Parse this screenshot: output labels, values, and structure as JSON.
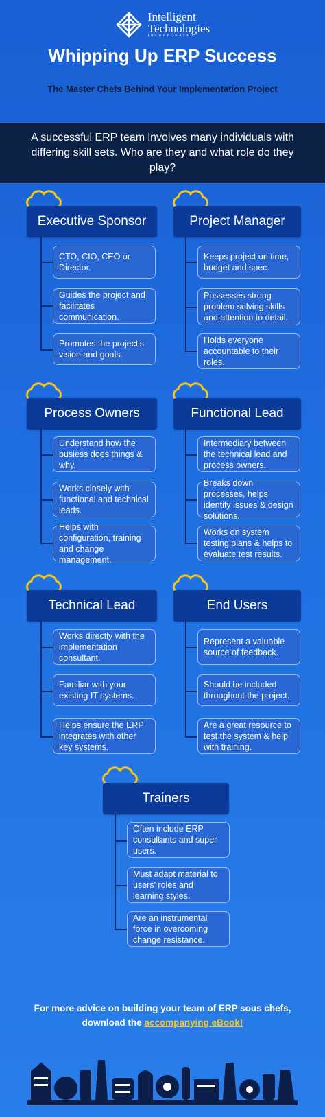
{
  "logo": {
    "line1": "Intelligent",
    "line2": "Technologies",
    "line3": "INCORPORATED"
  },
  "title": "Whipping Up ERP Success",
  "subtitle": "The Master Chefs Behind Your Implementation Project",
  "intro": "A successful ERP team involves many individuals with differing skill sets. Who are they and what role do they play?",
  "roles": [
    {
      "title": "Executive Sponsor",
      "items": [
        "CTO, CIO, CEO or Director.",
        "Guides the project and facilitates communication.",
        "Promotes the project's vision and goals."
      ]
    },
    {
      "title": "Project Manager",
      "items": [
        "Keeps project on time, budget and spec.",
        "Possesses strong problem solving skills and attention to detail.",
        "Holds everyone accountable to their roles."
      ]
    },
    {
      "title": "Process Owners",
      "items": [
        "Understand how the busiess does things & why.",
        "Works closely with functional and technical leads.",
        "Helps with configuration, training and change management."
      ]
    },
    {
      "title": "Functional Lead",
      "items": [
        "Intermediary between the technical lead and process owners.",
        "Breaks down processes, helps identify issues & design solutions.",
        "Works on system testing plans & helps to evaluate test results."
      ]
    },
    {
      "title": "Technical Lead",
      "items": [
        "Works directly with the implementation consultant.",
        "Familiar with your existing IT systems.",
        "Helps ensure the ERP integrates with other key systems."
      ]
    },
    {
      "title": "End Users",
      "items": [
        "Represent a valuable source of feedback.",
        "Should be included throughout the project.",
        "Are a great resource to test the system & help with training."
      ]
    },
    {
      "title": "Trainers",
      "items": [
        "Often include ERP consultants and super users.",
        "Must adapt material to users' roles and learning styles.",
        "Are an instrumental force in overcoming change resistance."
      ]
    }
  ],
  "footer": {
    "line1": "For more advice on building your team of ERP sous chefs,",
    "line2_prefix": "download the ",
    "link": "accompanying eBook!"
  },
  "colors": {
    "accent": "#f5c518",
    "dark": "#0b2145",
    "header": "#0b3a99",
    "item": "#2867d4"
  }
}
